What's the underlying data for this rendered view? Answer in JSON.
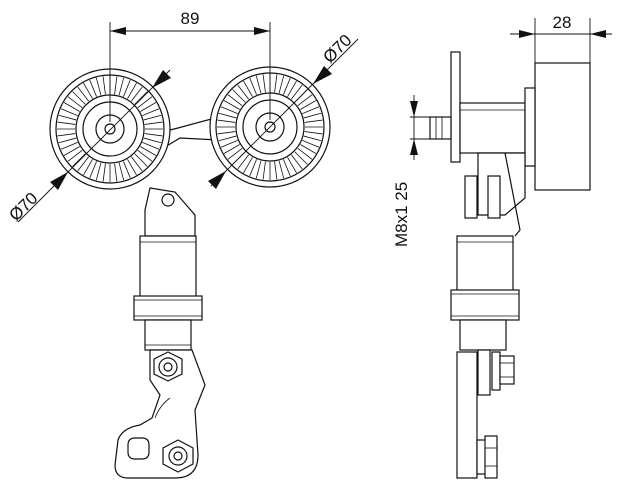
{
  "drawing": {
    "dimensions": {
      "center_distance": "89",
      "pulley_dia_right": "Ø70",
      "pulley_dia_left": "Ø70",
      "width": "28",
      "thread": "M8x1 25"
    }
  }
}
